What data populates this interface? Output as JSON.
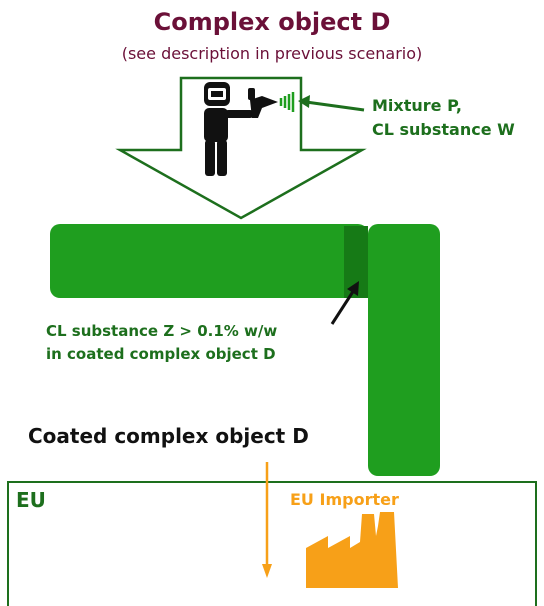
{
  "title": "Complex object D",
  "subtitle": "(see description in previous scenario)",
  "mixture_label": [
    "Mixture P,",
    "CL substance W"
  ],
  "coating_label": [
    "CL substance Z > 0.1% w/w",
    "in coated complex object D"
  ],
  "coated_label": "Coated complex object D",
  "eu_label": "EU",
  "importer_label": "EU Importer",
  "colors": {
    "title": "#6b1038",
    "green_dark": "#1d6f1d",
    "object_green": "#1f9e1f",
    "joint_green": "#167a16",
    "importer_orange": "#f7a018"
  },
  "icons": [
    "worker-spraying-icon",
    "factory-icon"
  ]
}
